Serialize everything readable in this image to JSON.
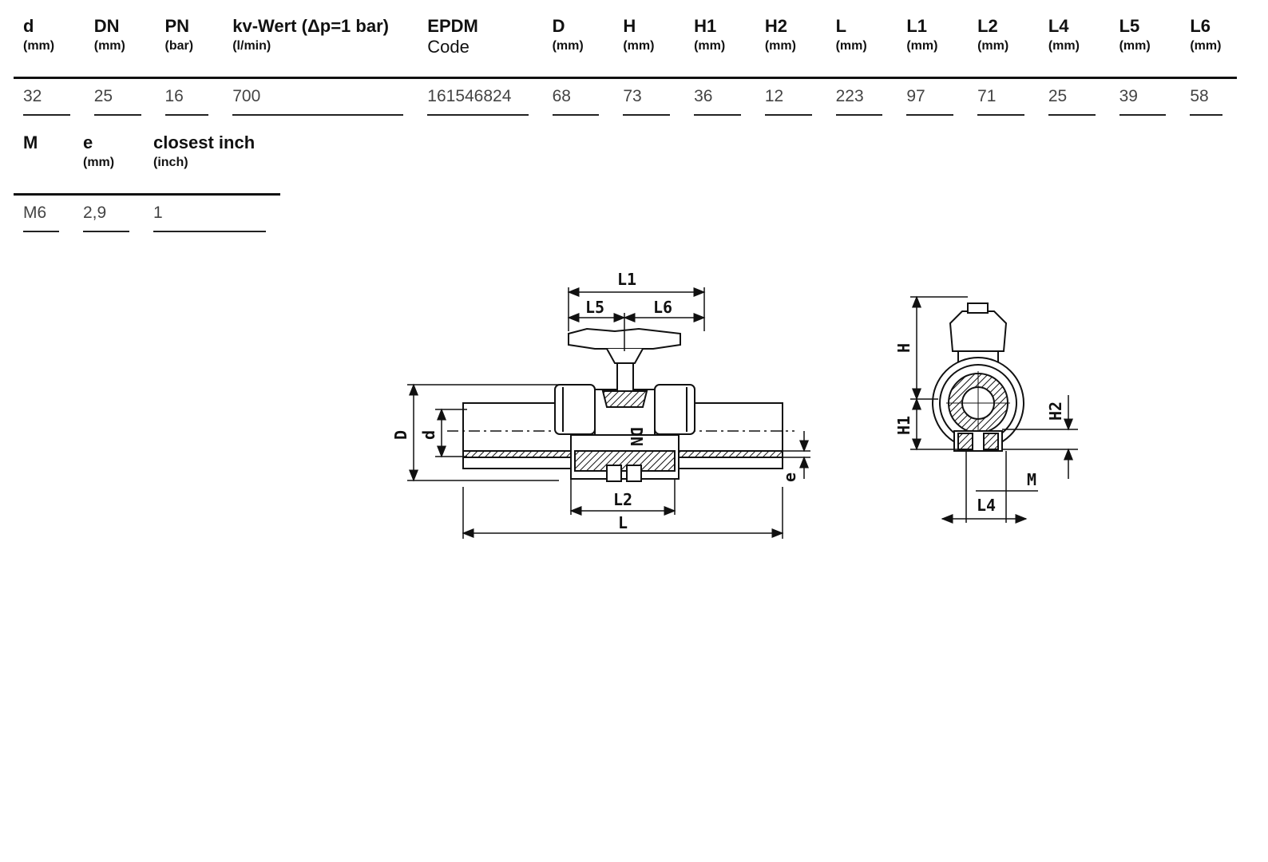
{
  "table1": {
    "headers": [
      {
        "label": "d",
        "unit": "(mm)"
      },
      {
        "label": "DN",
        "unit": "(mm)"
      },
      {
        "label": "PN",
        "unit": "(bar)"
      },
      {
        "label": "kv-Wert (Δp=1 bar)",
        "unit": "(l/min)"
      },
      {
        "label": "EPDM",
        "label2": "Code",
        "unit": ""
      },
      {
        "label": "D",
        "unit": "(mm)"
      },
      {
        "label": "H",
        "unit": "(mm)"
      },
      {
        "label": "H1",
        "unit": "(mm)"
      },
      {
        "label": "H2",
        "unit": "(mm)"
      },
      {
        "label": "L",
        "unit": "(mm)"
      },
      {
        "label": "L1",
        "unit": "(mm)"
      },
      {
        "label": "L2",
        "unit": "(mm)"
      },
      {
        "label": "L4",
        "unit": "(mm)"
      },
      {
        "label": "L5",
        "unit": "(mm)"
      },
      {
        "label": "L6",
        "unit": "(mm)"
      }
    ],
    "row": [
      "32",
      "25",
      "16",
      "700",
      "161546824",
      "68",
      "73",
      "36",
      "12",
      "223",
      "97",
      "71",
      "25",
      "39",
      "58"
    ]
  },
  "table2": {
    "headers": [
      {
        "label": "M",
        "unit": ""
      },
      {
        "label": "e",
        "unit": "(mm)"
      },
      {
        "label": "closest inch",
        "unit": "(inch)"
      }
    ],
    "row": [
      "M6",
      "2,9",
      "1"
    ]
  },
  "drawing": {
    "labels": {
      "L1": "L1",
      "L5": "L5",
      "L6": "L6",
      "L2": "L2",
      "L": "L",
      "D": "D",
      "d": "d",
      "e": "e",
      "DN": "DN",
      "H": "H",
      "H1": "H1",
      "H2": "H2",
      "L4": "L4",
      "M": "M"
    }
  }
}
